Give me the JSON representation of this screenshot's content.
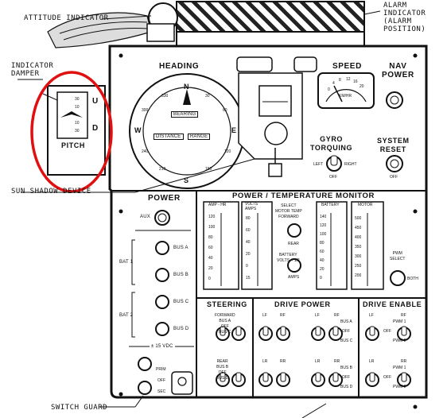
{
  "callouts": {
    "attitude_indicator": "ATTITUDE INDICATOR",
    "alarm_indicator": "ALARM\nINDICATOR\n(ALARM\nPOSITION)",
    "indicator_damper": "INDICATOR\nDAMPER",
    "sun_shadow_device": "SUN SHADOW DEVICE",
    "switch_guard": "SWITCH GUARD"
  },
  "pitch": {
    "title": "PITCH",
    "up": "U",
    "down": "D",
    "ticks_up": [
      "30",
      "10"
    ],
    "ticks_down": [
      "10",
      "30"
    ]
  },
  "heading": {
    "title": "HEADING",
    "north": "N",
    "south": "S",
    "east": "E",
    "west": "W",
    "ring_numbers": [
      "330",
      "300",
      "240",
      "210",
      "30",
      "60",
      "120",
      "150"
    ],
    "bearing": "BEARING",
    "distance": "DISTANCE",
    "range": "RANGE"
  },
  "speed": {
    "title": "SPEED",
    "unit": "KM/HR",
    "scale": [
      "0",
      "4",
      "8",
      "12",
      "16",
      "20"
    ]
  },
  "nav_power": {
    "title": "NAV\nPOWER"
  },
  "gyro": {
    "title": "GYRO\nTORQUING",
    "left": "LEFT",
    "right": "RIGHT",
    "off": "OFF"
  },
  "system_reset": {
    "title": "SYSTEM\nRESET",
    "off": "OFF"
  },
  "power": {
    "title": "POWER",
    "aux": "AUX",
    "bat1": "BAT 1",
    "bat2": "BAT 2",
    "bus_a": "BUS A",
    "bus_b": "BUS B",
    "bus_c": "BUS C",
    "bus_d": "BUS D",
    "vdc": "± 15 VDC",
    "prim": "PRIM",
    "off": "OFF",
    "sec": "SEC"
  },
  "monitor": {
    "title": "POWER / TEMPERATURE MONITOR",
    "amp_hr": "AMP - HR",
    "volts_amps": "VOLTS\nAMPS",
    "select": "SELECT\nMOTOR TEMP\nFORWARD",
    "rear": "REAR",
    "battery_volts": "BATTERY\nVOLTS × 1/2",
    "amps": "AMPS",
    "battery": "BATTERY",
    "motor": "MOTOR",
    "amphr_scale": [
      "120",
      "100",
      "80",
      "60",
      "40",
      "20",
      "0"
    ],
    "volts_scale": [
      "80",
      "60",
      "40",
      "20",
      "0",
      "15"
    ],
    "battery_scale": [
      "140",
      "120",
      "100",
      "80",
      "60",
      "40",
      "20",
      "0"
    ],
    "motor_scale": [
      "500",
      "450",
      "400",
      "350",
      "300",
      "250",
      "200"
    ],
    "pwm_select": "PWM\nSELECT",
    "both": "BOTH"
  },
  "steering": {
    "title": "STEERING",
    "forward": "FORWARD\nBUS A\nOFF\nBUS C",
    "rear": "REAR\nBUS B\nOFF\nBUS D"
  },
  "drive_power": {
    "title": "DRIVE POWER",
    "lf": "LF",
    "rf": "RF",
    "lr": "LR",
    "rr": "RR",
    "bus_a": "BUS A",
    "bus_b": "BUS B",
    "bus_c": "BUS C",
    "bus_d": "BUS D",
    "off": "OFF"
  },
  "drive_enable": {
    "title": "DRIVE ENABLE",
    "lf": "LF",
    "rf": "RF",
    "lr": "LR",
    "rr": "RR",
    "pwm1": "PWM 1",
    "pwm2": "PWM 2",
    "off": "OFF"
  },
  "colors": {
    "ink": "#111111",
    "paper": "#ffffff",
    "highlight": "#e01010"
  }
}
